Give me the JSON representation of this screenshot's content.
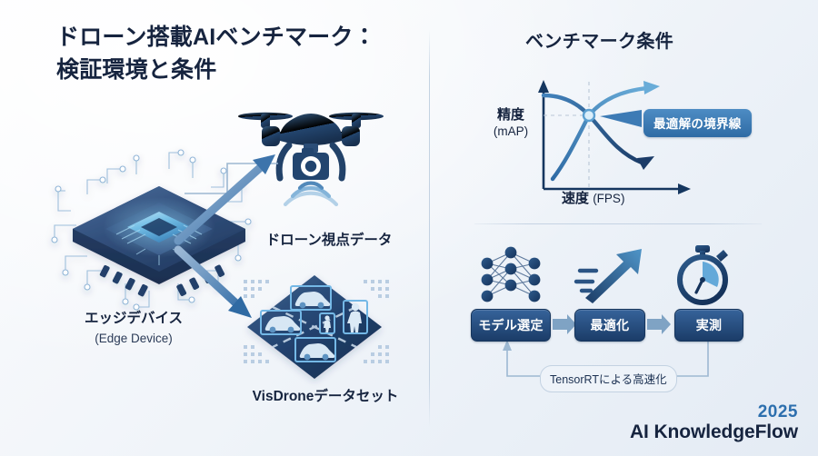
{
  "slide": {
    "title_line1": "ドローン搭載AIベンチマーク：",
    "title_line2": "検証環境と条件",
    "right_title": "ベンチマーク条件"
  },
  "left_panel": {
    "edge_device": {
      "label": "エッジデバイス",
      "sublabel": "(Edge Device)",
      "icon": "isometric-chip-icon"
    },
    "drone": {
      "label": "ドローン視点データ",
      "icon": "quadcopter-drone-icon"
    },
    "dataset": {
      "label": "VisDroneデータセット",
      "icon": "aerial-detection-grid-icon"
    }
  },
  "chart_data": {
    "type": "line",
    "title": "ベンチマーク条件",
    "xlabel": "速度 (FPS)",
    "ylabel": "精度 (mAP)",
    "ylabel_main": "精度",
    "ylabel_unit": "(mAP)",
    "xlabel_main": "速度",
    "xlabel_unit": "(FPS)",
    "grid": false,
    "legend": "none",
    "annotation": "最適解の境界線",
    "intersection_label": "最適解の境界線",
    "series": [
      {
        "name": "accuracy-tradeoff",
        "color": "#2d6095",
        "direction": "decreasing",
        "x": [
          0.1,
          0.3,
          0.48,
          0.62,
          0.8,
          0.96
        ],
        "y": [
          0.88,
          0.8,
          0.66,
          0.52,
          0.3,
          0.16
        ]
      },
      {
        "name": "speed-tradeoff",
        "color": "#4f95c8",
        "direction": "increasing",
        "x": [
          0.1,
          0.28,
          0.46,
          0.62,
          0.8,
          0.96
        ],
        "y": [
          0.08,
          0.32,
          0.52,
          0.66,
          0.82,
          0.92
        ]
      }
    ],
    "intersection_point": {
      "x": 0.48,
      "y": 0.66
    },
    "xlim": [
      0,
      1
    ],
    "ylim": [
      0,
      1
    ]
  },
  "flow": {
    "steps": [
      {
        "label": "モデル選定",
        "icon": "neural-network-icon"
      },
      {
        "label": "最適化",
        "icon": "trending-up-arrow-icon"
      },
      {
        "label": "実測",
        "icon": "stopwatch-icon"
      }
    ],
    "feedback_label": "TensorRTによる高速化"
  },
  "brand": {
    "year": "2025",
    "name": "AI KnowledgeFlow"
  },
  "colors": {
    "ink": "#16243f",
    "accent_dark": "#1b3c68",
    "accent_mid": "#2d6fae",
    "accent_light": "#4f95c8",
    "divider": "#c3d2e2"
  }
}
